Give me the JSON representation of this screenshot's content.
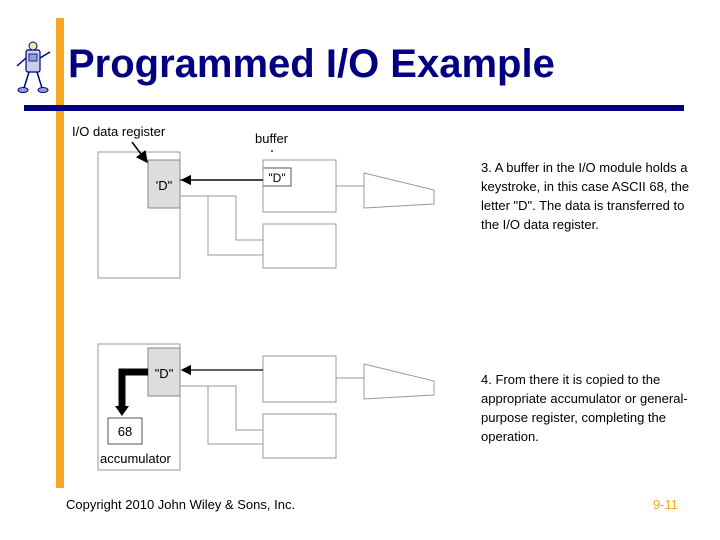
{
  "slide": {
    "title": "Programmed I/O Example",
    "footer_left": "Copyright 2010 John Wiley & Sons, Inc.",
    "page_number": "9-11"
  },
  "diagram_top": {
    "io_register_label": "I/O data register",
    "buffer_label": "buffer",
    "register_value": "'D\"",
    "buffer_value": "\"D\"",
    "caption": "3.  A buffer in the I/O module holds a keystroke, in this case ASCII 68, the letter \"D\".  The data is transferred to the I/O data register."
  },
  "diagram_bottom": {
    "register_value": "\"D\"",
    "accumulator_value": "68",
    "accumulator_label": "accumulator",
    "caption": "4.  From there it is copied to the appropriate accumulator or general-purpose register, completing the operation."
  },
  "colors": {
    "title": "#000080",
    "accent": "#f5a623",
    "page_number": "#f5a623"
  },
  "icons": {
    "logo": "cartoon-computer-mascot-icon"
  }
}
